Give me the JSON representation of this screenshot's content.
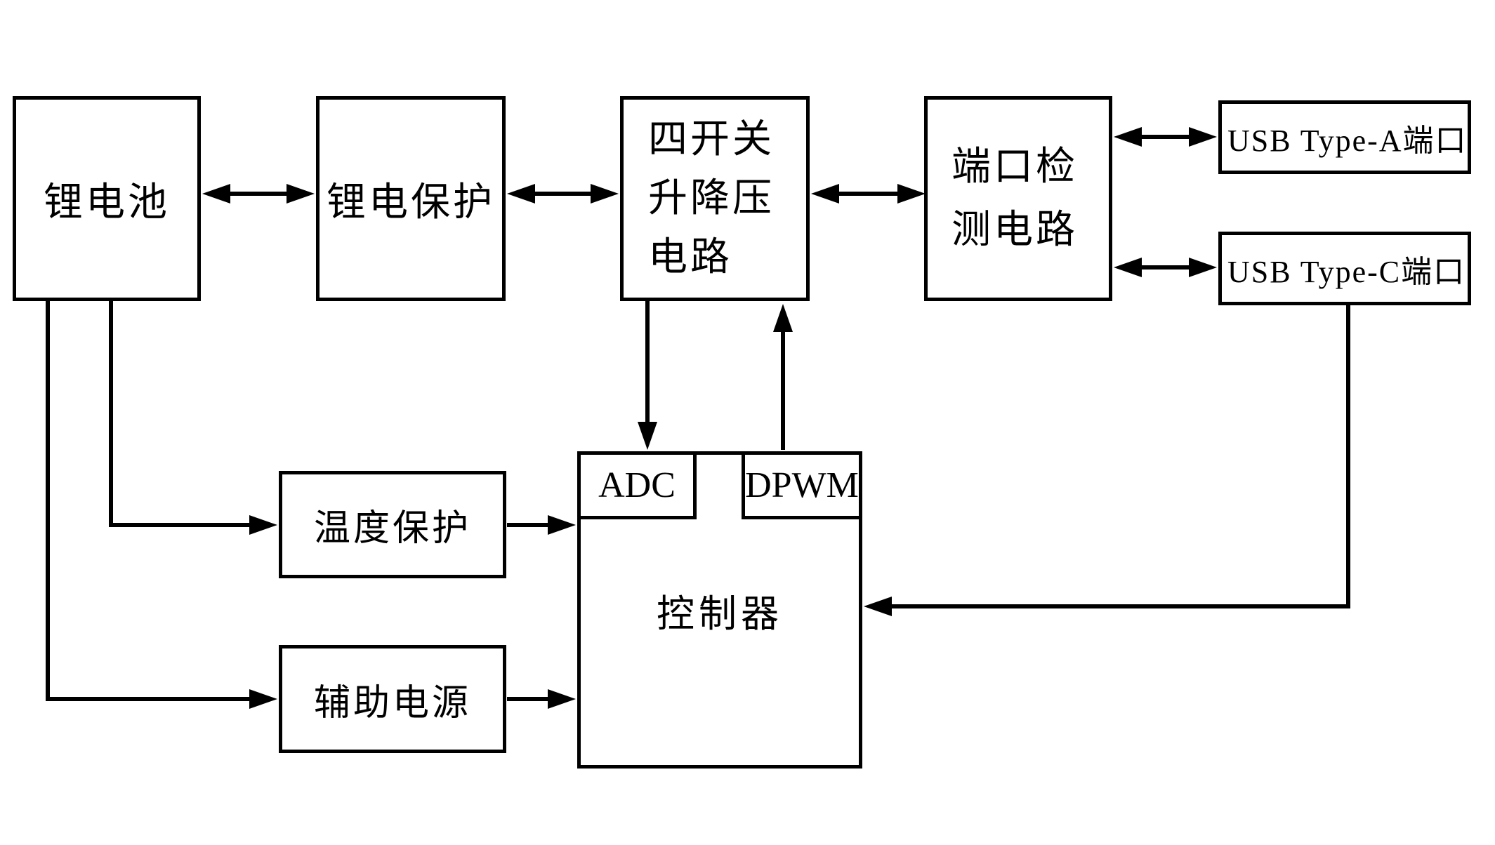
{
  "diagram": {
    "type": "block-diagram",
    "background_color": "#ffffff",
    "line_color": "#000000",
    "text_color": "#000000",
    "blocks": {
      "battery": {
        "label": "锂电池"
      },
      "battery_protection": {
        "label": "锂电保护"
      },
      "buck_boost": {
        "label": "四开关升降压电路"
      },
      "port_detection": {
        "label": "端口检测电路"
      },
      "usb_type_a": {
        "label": "USB Type-A端口"
      },
      "usb_type_c": {
        "label": "USB Type-C端口"
      },
      "temperature_protection": {
        "label": "温度保护"
      },
      "auxiliary_power": {
        "label": "辅助电源"
      },
      "controller": {
        "label": "控制器"
      },
      "adc": {
        "label": "ADC"
      },
      "dpwm": {
        "label": "DPWM"
      }
    },
    "connections": [
      {
        "from": "锂电池",
        "to": "锂电保护",
        "style": "bidirectional"
      },
      {
        "from": "锂电保护",
        "to": "四开关升降压电路",
        "style": "bidirectional"
      },
      {
        "from": "四开关升降压电路",
        "to": "端口检测电路",
        "style": "bidirectional"
      },
      {
        "from": "端口检测电路",
        "to": "USB Type-A端口",
        "style": "bidirectional"
      },
      {
        "from": "端口检测电路",
        "to": "USB Type-C端口",
        "style": "bidirectional"
      },
      {
        "from": "四开关升降压电路",
        "to": "ADC",
        "style": "one-way"
      },
      {
        "from": "DPWM",
        "to": "四开关升降压电路",
        "style": "one-way"
      },
      {
        "from": "锂电池",
        "to": "温度保护",
        "style": "one-way"
      },
      {
        "from": "温度保护",
        "to": "控制器",
        "style": "one-way"
      },
      {
        "from": "锂电池",
        "to": "辅助电源",
        "style": "one-way"
      },
      {
        "from": "辅助电源",
        "to": "控制器",
        "style": "one-way"
      },
      {
        "from": "USB Type-C端口",
        "to": "控制器",
        "style": "one-way"
      }
    ]
  }
}
